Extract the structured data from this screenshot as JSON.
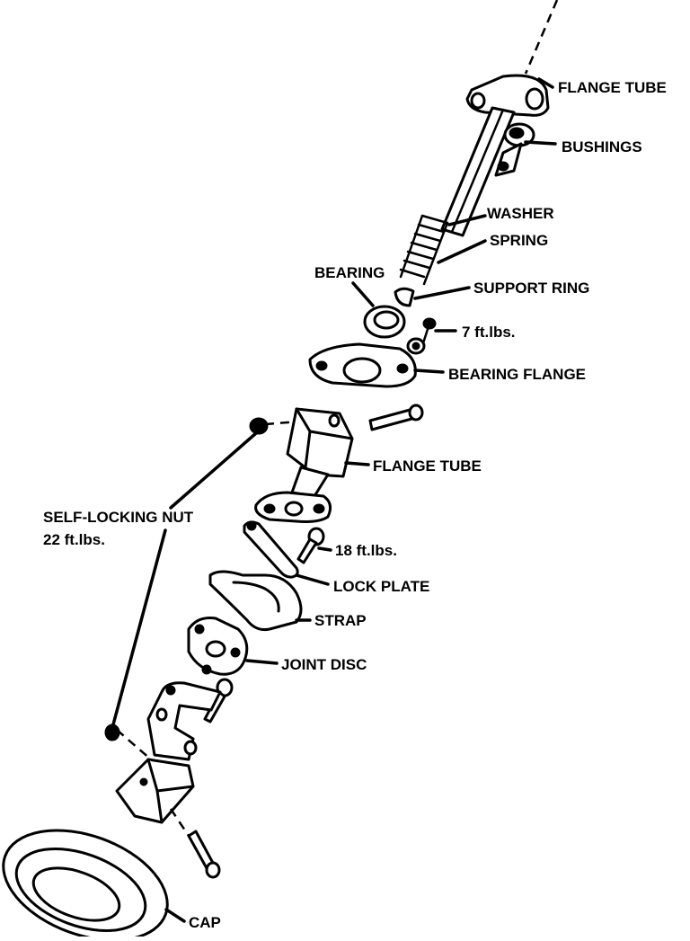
{
  "labels": {
    "flange_tube_top": "FLANGE TUBE",
    "bushings": "BUSHINGS",
    "washer": "WASHER",
    "spring": "SPRING",
    "bearing": "BEARING",
    "support_ring": "SUPPORT RING",
    "torque_7": "7 ft.lbs.",
    "bearing_flange": "BEARING FLANGE",
    "flange_tube_mid": "FLANGE TUBE",
    "self_locking_nut": "SELF-LOCKING NUT",
    "torque_22": "22 ft.lbs.",
    "torque_18": "18 ft.lbs.",
    "lock_plate": "LOCK PLATE",
    "strap": "STRAP",
    "joint_disc": "JOINT DISC",
    "cap": "CAP"
  }
}
